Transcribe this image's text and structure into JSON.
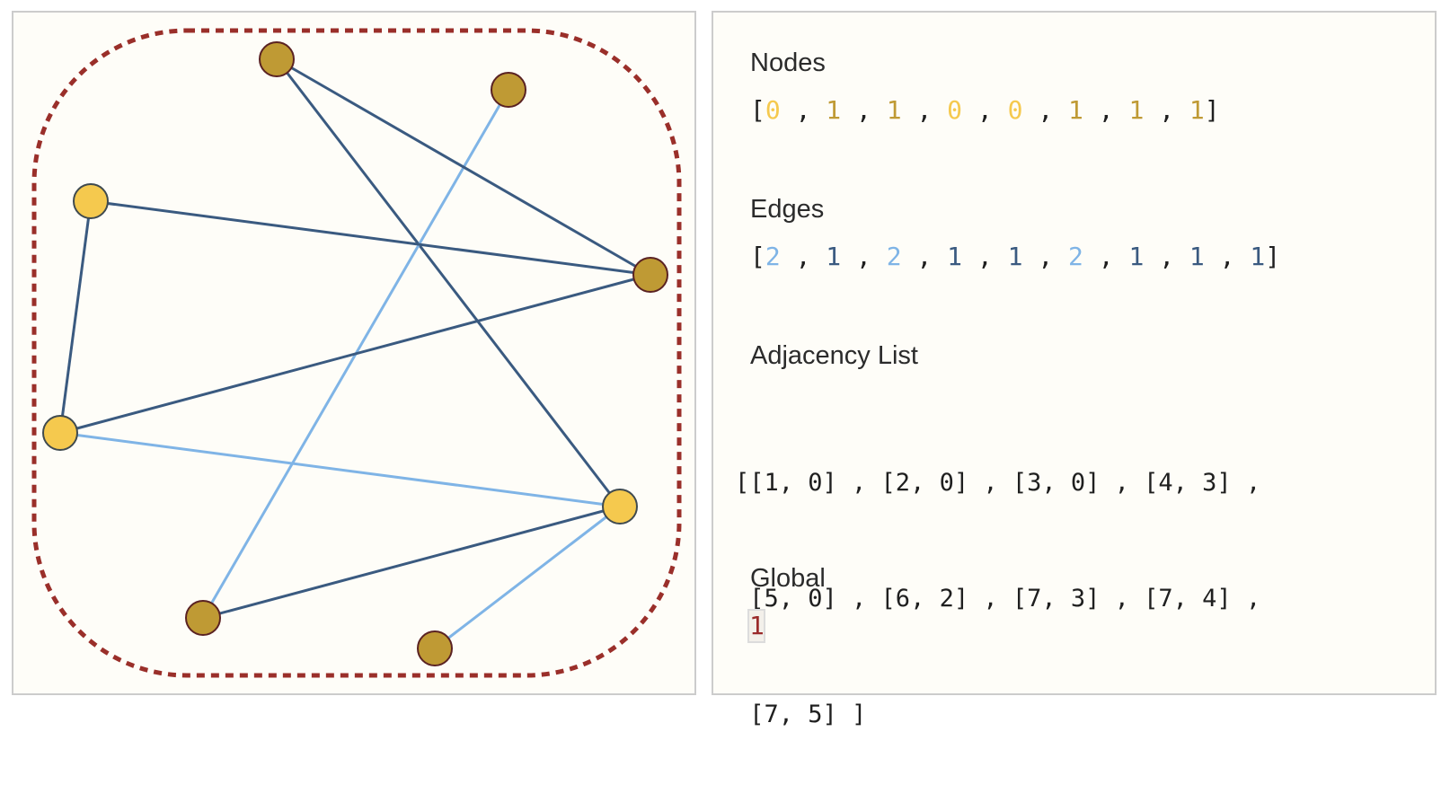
{
  "graph": {
    "nodes": [
      {
        "id": 0,
        "value": 0
      },
      {
        "id": 1,
        "value": 1
      },
      {
        "id": 2,
        "value": 1
      },
      {
        "id": 3,
        "value": 0
      },
      {
        "id": 4,
        "value": 0
      },
      {
        "id": 5,
        "value": 1
      },
      {
        "id": 6,
        "value": 1
      },
      {
        "id": 7,
        "value": 1
      }
    ],
    "edges": [
      {
        "source": 1,
        "target": 0,
        "value": 2
      },
      {
        "source": 2,
        "target": 0,
        "value": 1
      },
      {
        "source": 3,
        "target": 0,
        "value": 2
      },
      {
        "source": 4,
        "target": 3,
        "value": 1
      },
      {
        "source": 5,
        "target": 0,
        "value": 1
      },
      {
        "source": 6,
        "target": 2,
        "value": 2
      },
      {
        "source": 7,
        "target": 3,
        "value": 1
      },
      {
        "source": 7,
        "target": 4,
        "value": 1
      },
      {
        "source": 7,
        "target": 5,
        "value": 1
      }
    ],
    "global_boundary": "dashed rounded outline"
  },
  "colors": {
    "node_value_0": "#f5c94e",
    "node_value_1": "#bf9a34",
    "node_stroke_0": "#3f4a4f",
    "node_stroke_1": "#5a2222",
    "edge_value_1": "#3a5a80",
    "edge_value_2": "#7fb4e6",
    "global_outline": "#9a2f2a",
    "global_value": "#9a2a2a"
  },
  "info": {
    "nodes_title": "Nodes",
    "nodes_values": [
      "0",
      "1",
      "1",
      "0",
      "0",
      "1",
      "1",
      "1"
    ],
    "edges_title": "Edges",
    "edges_values": [
      "2",
      "1",
      "2",
      "1",
      "1",
      "2",
      "1",
      "1",
      "1"
    ],
    "adjacency_title": "Adjacency List",
    "adjacency_lines": [
      "[[1, 0] , [2, 0] , [3, 0] , [4, 3] ,",
      " [5, 0] , [6, 2] , [7, 3] , [7, 4] ,",
      " [7, 5] ]"
    ],
    "global_title": "Global",
    "global_value": "1"
  }
}
